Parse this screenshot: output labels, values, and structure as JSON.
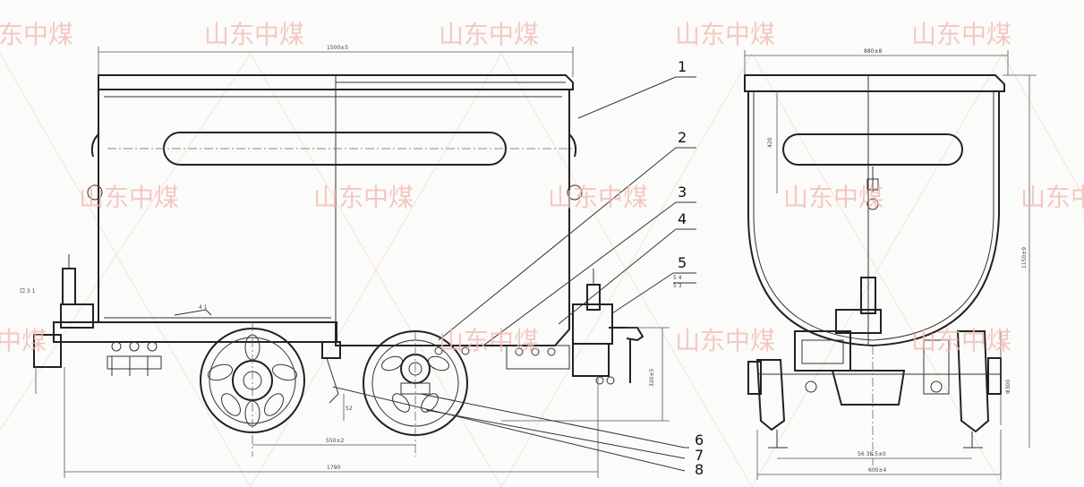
{
  "watermark": {
    "text": "山东中煤"
  },
  "part_labels": [
    "1",
    "2",
    "3",
    "4",
    "5",
    "6",
    "7",
    "8"
  ],
  "side_view": {
    "dimensions": {
      "body_length": "1500±5",
      "wheelbase": "550±2",
      "overall_length": "1790",
      "axle_height": "320±5",
      "bumper_height": "52"
    },
    "mark_left": "口 3 1",
    "mark_weld": "4 1",
    "mark_weld_right": "5 4",
    "mark_weld_right2": "5 3"
  },
  "end_view": {
    "dimensions": {
      "top_width": "880±8",
      "side_depth": "420",
      "overall_height": "1150±9",
      "wheel_dia": "Φ300",
      "track_gauge": "600±4",
      "wheel_inner": "56 38.5±0"
    }
  }
}
